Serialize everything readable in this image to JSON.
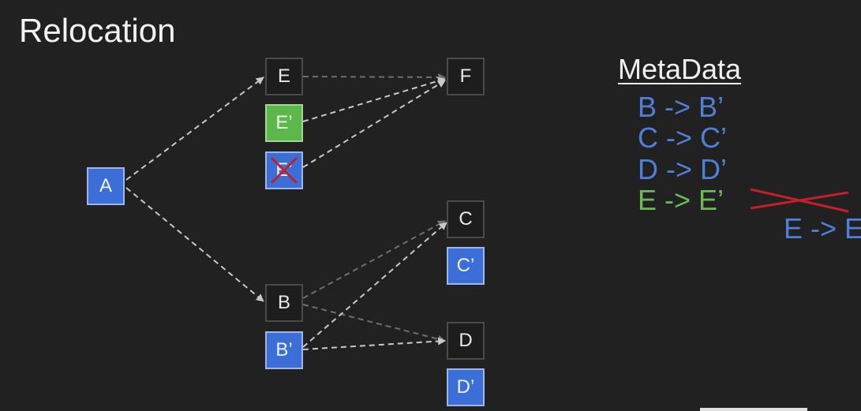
{
  "title": "Relocation",
  "nodes": {
    "A": {
      "label": "A"
    },
    "E": {
      "label": "E"
    },
    "E_prime": {
      "label": "E’"
    },
    "E_double_prime": {
      "label": "E’"
    },
    "F": {
      "label": "F"
    },
    "B": {
      "label": "B"
    },
    "B_prime": {
      "label": "B’"
    },
    "C": {
      "label": "C"
    },
    "C_prime": {
      "label": "C’"
    },
    "D": {
      "label": "D"
    },
    "D_prime": {
      "label": "D’"
    }
  },
  "metadata": {
    "title": "MetaData",
    "rows": [
      {
        "text": "B -> B’"
      },
      {
        "text": "C -> C’"
      },
      {
        "text": "D -> D’"
      },
      {
        "text": "E -> E’"
      }
    ],
    "struck": "E -> E”"
  },
  "colors": {
    "background": "#212121",
    "blue": "#3c6ed8",
    "green": "#5cb84a",
    "meta_blue": "#4f7fd8",
    "meta_green": "#6cba55",
    "strike_red": "#c0202a"
  }
}
